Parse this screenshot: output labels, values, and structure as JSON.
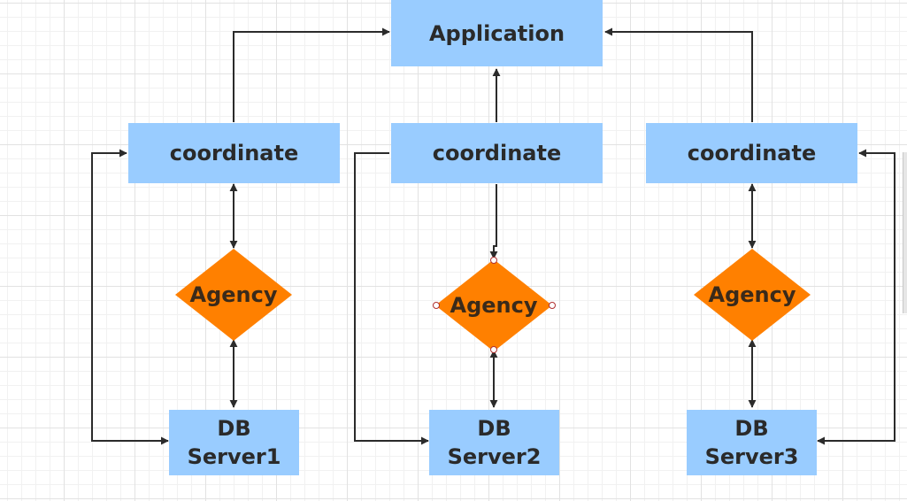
{
  "nodes": {
    "application": "Application",
    "coordinate_1": "coordinate",
    "coordinate_2": "coordinate",
    "coordinate_3": "coordinate",
    "agency_1": "Agency",
    "agency_2": "Agency",
    "agency_3": "Agency",
    "db_server_1": [
      "DB",
      "Server1"
    ],
    "db_server_2": [
      "DB",
      "Server2"
    ],
    "db_server_3": [
      "DB",
      "Server3"
    ]
  },
  "colors": {
    "box_fill": "#99ccff",
    "diamond_fill": "#ff8000",
    "edge": "#2b2b2b",
    "selection_handle": "#b03030"
  }
}
